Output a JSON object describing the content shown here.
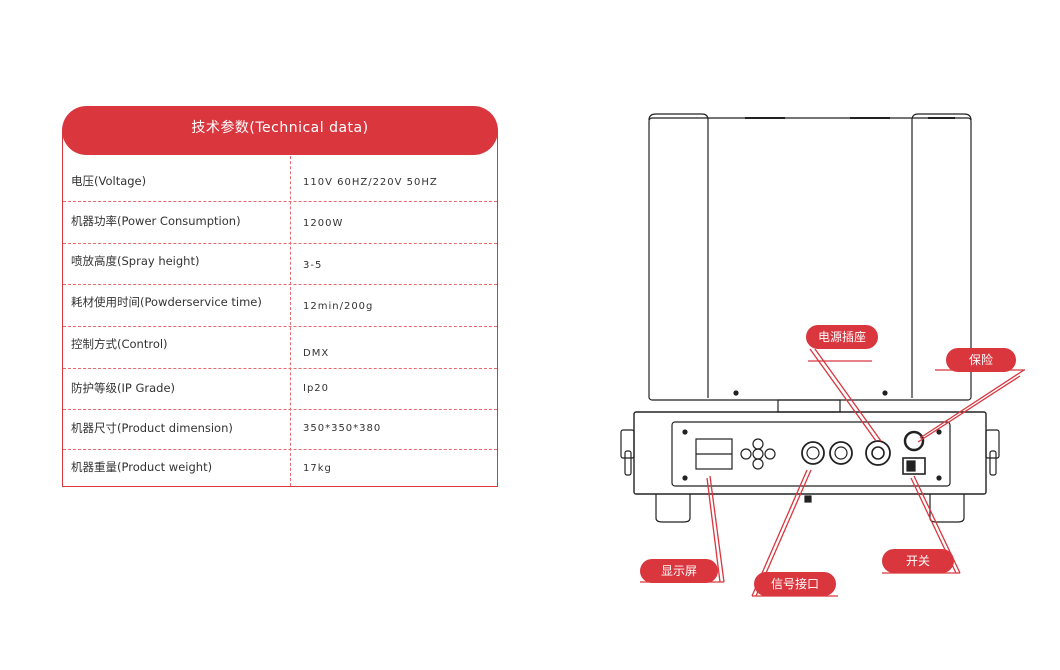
{
  "spec_table": {
    "title": "技术参数(Technical data)",
    "rows": [
      {
        "label": "电压(Voltage)",
        "value": "110V 60HZ/220V 50HZ"
      },
      {
        "label": "机器功率(Power Consumption)",
        "value": "1200W"
      },
      {
        "label": "喷放高度(Spray height)",
        "value": "3-5"
      },
      {
        "label": "耗材使用时间(Powderservice time)",
        "value": "12min/200g"
      },
      {
        "label": "控制方式(Control)",
        "value": "DMX"
      },
      {
        "label": "防护等级(IP Grade)",
        "value": "Ip20"
      },
      {
        "label": "机器尺寸(Product dimension)",
        "value": "350*350*380"
      },
      {
        "label": "机器重量(Product weight)",
        "value": "17kg"
      }
    ]
  },
  "diagram": {
    "callouts": {
      "power_socket": "电源插座",
      "fuse": "保险",
      "display": "显示屏",
      "signal_port": "信号接口",
      "switch": "开关"
    }
  },
  "colors": {
    "accent": "#d9363e",
    "dashed_line": "#e36a6f",
    "device_outline": "#222222"
  }
}
